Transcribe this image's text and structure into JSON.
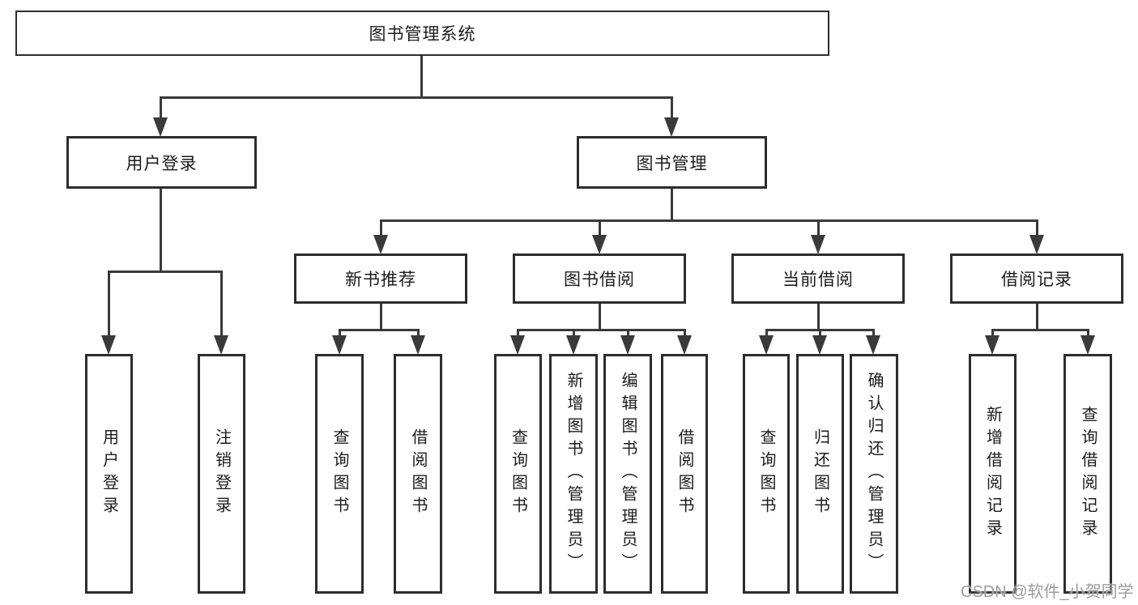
{
  "diagram": {
    "root": "图书管理系统",
    "branches": [
      {
        "label": "用户登录",
        "children": [
          "用户登录",
          "注销登录"
        ]
      },
      {
        "label": "图书管理",
        "groups": [
          {
            "label": "新书推荐",
            "children": [
              "查询图书",
              "借阅图书"
            ]
          },
          {
            "label": "图书借阅",
            "children": [
              "查询图书",
              "新增图书（管理员）",
              "编辑图书（管理员）",
              "借阅图书"
            ]
          },
          {
            "label": "当前借阅",
            "children": [
              "查询图书",
              "归还图书",
              "确认归还（管理员）"
            ]
          },
          {
            "label": "借阅记录",
            "children": [
              "新增借阅记录",
              "查询借阅记录"
            ]
          }
        ]
      }
    ],
    "watermark": "CSDN @软件_小贺同学",
    "colors": {
      "line": "#3a3a3a",
      "box_border": "#2d2d2d",
      "text": "#1c1c1c",
      "watermark": "#9c9c9c",
      "background": "#ffffff"
    }
  }
}
